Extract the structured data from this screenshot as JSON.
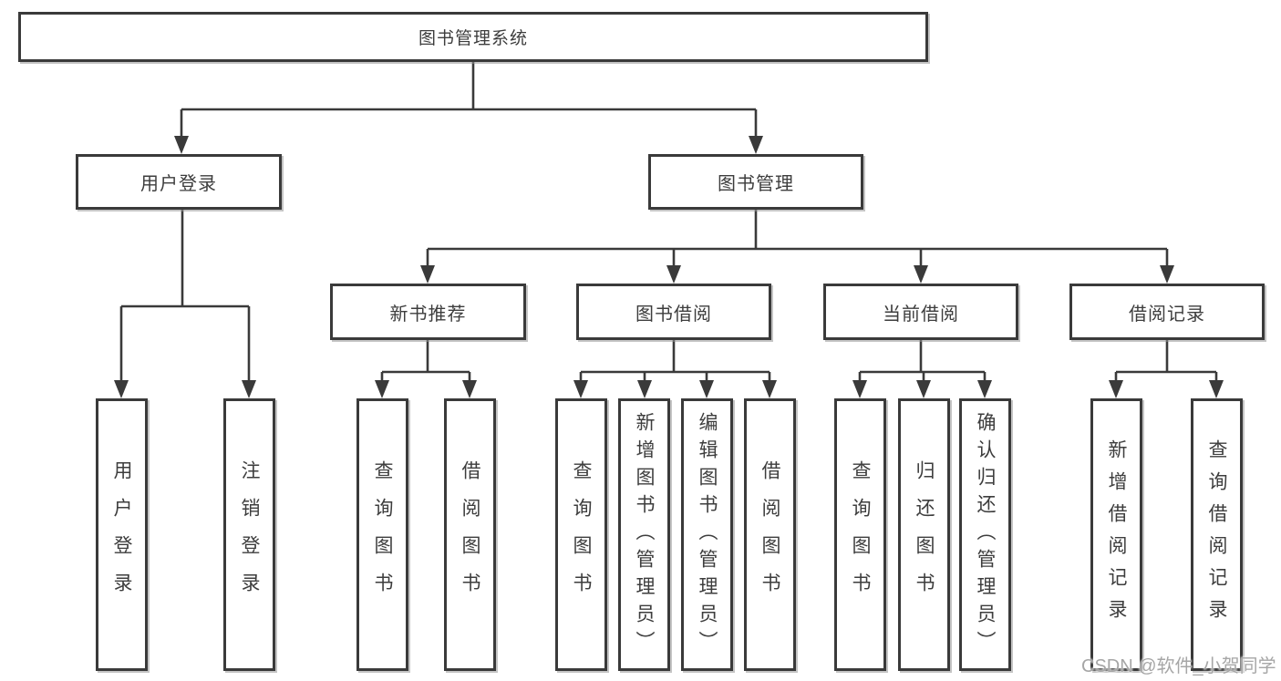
{
  "colors": {
    "line": "#3a3a3a",
    "text": "#3d3d3d",
    "box_background": "#ffffff",
    "watermark": "#a6a6a6"
  },
  "diagram": {
    "root": {
      "label": "图书管理系统"
    },
    "level2": [
      {
        "label": "用户登录"
      },
      {
        "label": "图书管理"
      }
    ],
    "level3": [
      {
        "label": "新书推荐",
        "parent": "图书管理"
      },
      {
        "label": "图书借阅",
        "parent": "图书管理"
      },
      {
        "label": "当前借阅",
        "parent": "图书管理"
      },
      {
        "label": "借阅记录",
        "parent": "图书管理"
      }
    ],
    "leaves": [
      {
        "label": "用户登录",
        "parent": "用户登录"
      },
      {
        "label": "注销登录",
        "parent": "用户登录"
      },
      {
        "label": "查询图书",
        "parent": "新书推荐"
      },
      {
        "label": "借阅图书",
        "parent": "新书推荐"
      },
      {
        "label": "查询图书",
        "parent": "图书借阅"
      },
      {
        "label": "新增图书（管理员）",
        "parent": "图书借阅"
      },
      {
        "label": "编辑图书（管理员）",
        "parent": "图书借阅"
      },
      {
        "label": "借阅图书",
        "parent": "图书借阅"
      },
      {
        "label": "查询图书",
        "parent": "当前借阅"
      },
      {
        "label": "归还图书",
        "parent": "当前借阅"
      },
      {
        "label": "确认归还（管理员）",
        "parent": "当前借阅"
      },
      {
        "label": "新增借阅记录",
        "parent": "借阅记录"
      },
      {
        "label": "查询借阅记录",
        "parent": "借阅记录"
      }
    ]
  },
  "watermark": {
    "text": "CSDN @软件_小贺同学"
  }
}
